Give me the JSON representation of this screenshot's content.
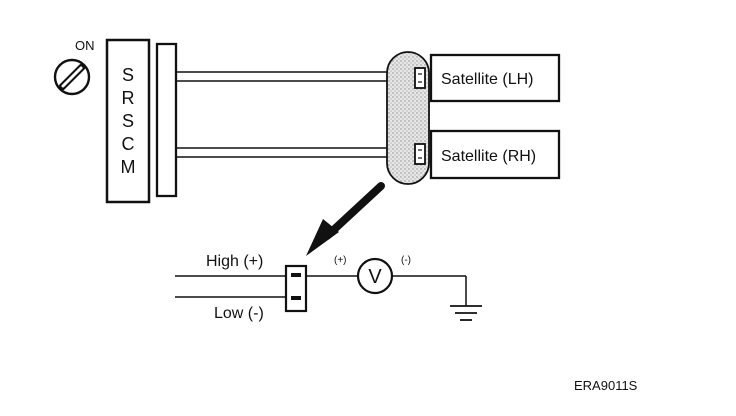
{
  "ignition": {
    "label": "ON"
  },
  "module": {
    "letters": [
      "S",
      "R",
      "S",
      "C",
      "M"
    ]
  },
  "satellites": [
    {
      "label": "Satellite (LH)"
    },
    {
      "label": "Satellite (RH)"
    }
  ],
  "test_circuit": {
    "high_label": "High (+)",
    "low_label": "Low (-)",
    "plus_label": "(+)",
    "minus_label": "(-)",
    "meter_symbol": "V"
  },
  "figure_code": "ERA9011S",
  "colors": {
    "ink": "#111111",
    "connector_fill": "#d8d8d8"
  }
}
